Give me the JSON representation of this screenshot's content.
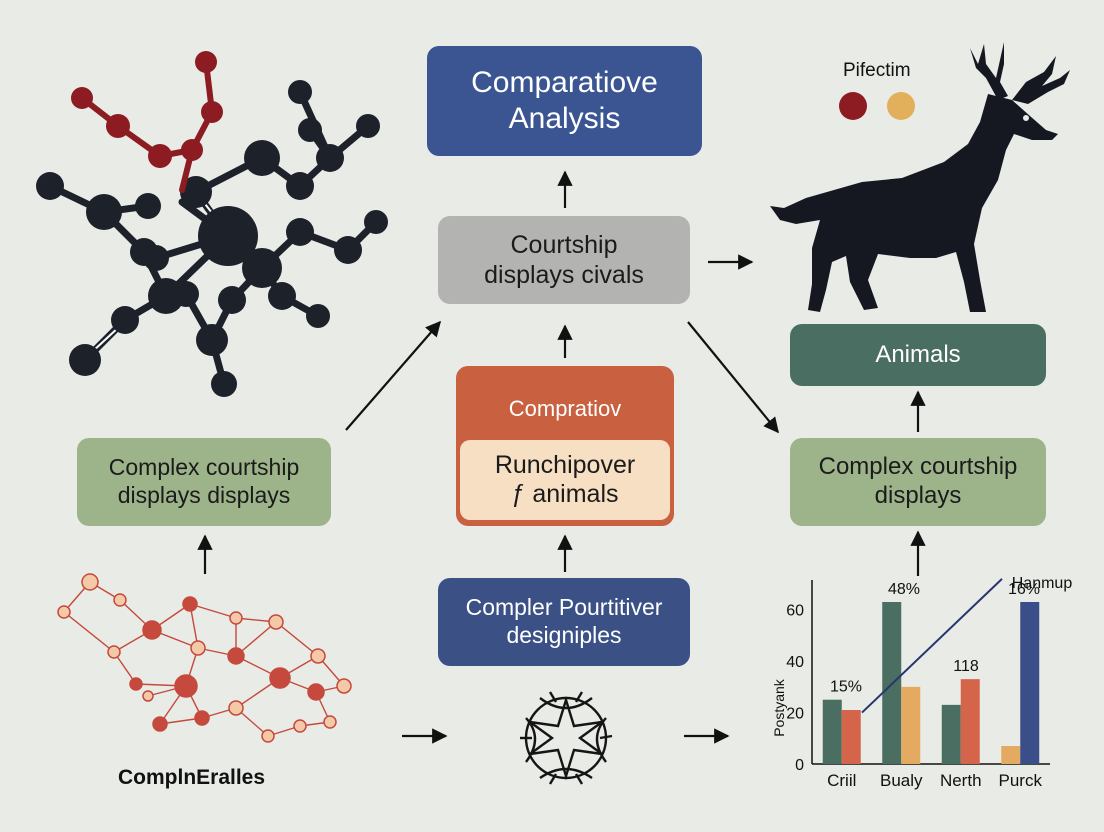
{
  "top_box": {
    "line1": "Comparatiove",
    "line2": "Analysis"
  },
  "mid_box": {
    "line1": "Courtship",
    "line2": "displays civals"
  },
  "center_box": {
    "header": "Compratiov",
    "inner_line1": "Runchipover",
    "inner_line2": "ƒ animals"
  },
  "left_box": {
    "line1": "Complex courtship",
    "line2": "displays displays"
  },
  "bottom_center_box": {
    "line1": "Compler Pourtitiver",
    "line2": "designiples"
  },
  "animals_box": {
    "label": "Animals"
  },
  "right_box": {
    "line1": "Complex courtship",
    "line2": "displays"
  },
  "network_caption": "ComplnEralles",
  "legend_title": "Pifectim",
  "colors": {
    "blue": "#3a5592",
    "gray": "#b3b3b1",
    "orange": "#c9603f",
    "cream": "#f6dfc2",
    "green": "#9db48a",
    "teal": "#4b6e62",
    "navy": "#3b5186",
    "dark_red": "#8c1b22",
    "gold": "#e2b05a",
    "molecule": "#1d2129",
    "network_red": "#c5493c",
    "network_peach": "#f4c9a8",
    "deer": "#151820"
  },
  "legend_icons": [
    "dark-red-dot",
    "gold-dot"
  ],
  "chart_data": {
    "type": "bar",
    "categories": [
      "Criil",
      "Bualy",
      "Nerth",
      "Purck"
    ],
    "ylabel": "Postyank",
    "ylim": [
      0,
      70
    ],
    "yticks": [
      "0",
      "20",
      "40",
      "60"
    ],
    "series": [
      {
        "color": "#4a6e61",
        "values": [
          25,
          63,
          23,
          0
        ]
      },
      {
        "color": "#d4654b",
        "values": [
          21,
          0,
          33,
          0
        ]
      },
      {
        "color": "#e4aa62",
        "values": [
          0,
          30,
          0,
          7
        ]
      },
      {
        "color": "#3a4f8a",
        "values": [
          0,
          0,
          0,
          63
        ]
      }
    ],
    "line": {
      "color": "#2a3570",
      "y_start": 20,
      "y_end": 72
    },
    "annotations": {
      "label_15": "15%",
      "label_48": "48%",
      "label_118": "118",
      "label_16": "16%",
      "label_hanmup": "Hanmup"
    }
  }
}
